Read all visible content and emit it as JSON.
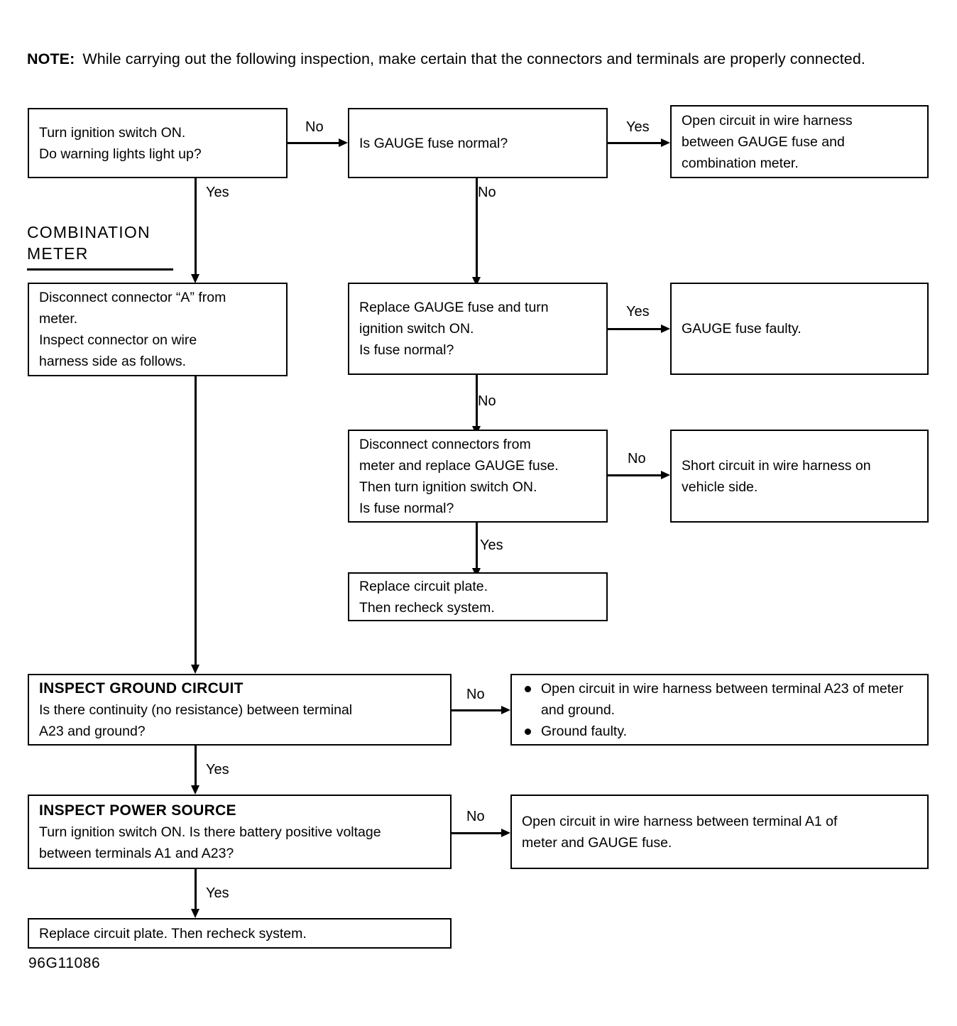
{
  "note": {
    "label": "NOTE:",
    "text": "While carrying out the following inspection, make certain that the connectors and terminals are properly connected."
  },
  "section_title": {
    "line1": "COMBINATION",
    "line2": "METER"
  },
  "figure_id": "96G11086",
  "boxes": {
    "start": {
      "id": "turn-ignition-switch",
      "line1": "Turn ignition switch ON.",
      "line2": "Do warning lights light up?"
    },
    "gauge_fuse_normal": {
      "id": "is-gauge-fuse-normal",
      "line1": "Is GAUGE fuse normal?"
    },
    "open_circuit_harness": {
      "id": "open-circuit-gauge-to-meter",
      "line1": "Open circuit in wire harness",
      "line2": "between GAUGE fuse and",
      "line3": "combination meter."
    },
    "disconnect_connector_a": {
      "id": "disconnect-connector-a",
      "line1": "Disconnect connector “A” from",
      "line2": "meter.",
      "line3": "Inspect connector on wire",
      "line4": "harness side as follows."
    },
    "replace_gauge_fuse": {
      "id": "replace-gauge-fuse",
      "line1": "Replace GAUGE fuse and turn",
      "line2": "ignition switch ON.",
      "line3": "Is fuse normal?"
    },
    "gauge_fuse_faulty": {
      "id": "gauge-fuse-faulty",
      "line1": "GAUGE fuse faulty."
    },
    "disconnect_connectors": {
      "id": "disconnect-connectors-replace-fuse",
      "line1": "Disconnect connectors from",
      "line2": "meter and replace GAUGE fuse.",
      "line3": "Then turn ignition switch ON.",
      "line4": "Is fuse normal?"
    },
    "short_circuit": {
      "id": "short-circuit-vehicle-side",
      "line1": "Short circuit in wire harness on",
      "line2": "vehicle side."
    },
    "replace_circuit_plate_mid": {
      "id": "replace-circuit-plate-middle",
      "line1": "Replace circuit plate.",
      "line2": "Then recheck system."
    },
    "inspect_ground": {
      "id": "inspect-ground-circuit",
      "heading": "INSPECT GROUND CIRCUIT",
      "line1": "Is there continuity (no resistance) between terminal",
      "line2": "A23 and ground?"
    },
    "ground_faults": {
      "id": "ground-fault-causes",
      "bullets": [
        "Open circuit in wire harness between terminal A23 of meter and ground.",
        "Ground faulty."
      ]
    },
    "inspect_power": {
      "id": "inspect-power-source",
      "heading": "INSPECT POWER SOURCE",
      "line1": "Turn ignition switch ON. Is there battery positive voltage",
      "line2": "between terminals A1 and A23?"
    },
    "open_circuit_a1": {
      "id": "open-circuit-a1-to-gauge-fuse",
      "line1": "Open circuit in wire harness between terminal A1 of",
      "line2": "meter and GAUGE fuse."
    },
    "replace_circuit_plate_end": {
      "id": "replace-circuit-plate-final",
      "line1": "Replace circuit plate. Then recheck system."
    }
  },
  "edge_labels": {
    "start_no": "No",
    "start_yes": "Yes",
    "gauge_yes": "Yes",
    "gauge_no": "No",
    "replace_fuse_yes": "Yes",
    "replace_fuse_no": "No",
    "disconnect_no": "No",
    "disconnect_yes": "Yes",
    "ground_no": "No",
    "ground_yes": "Yes",
    "power_no": "No",
    "power_yes": "Yes"
  },
  "colors": {
    "ink": "#000000",
    "paper": "#ffffff"
  }
}
